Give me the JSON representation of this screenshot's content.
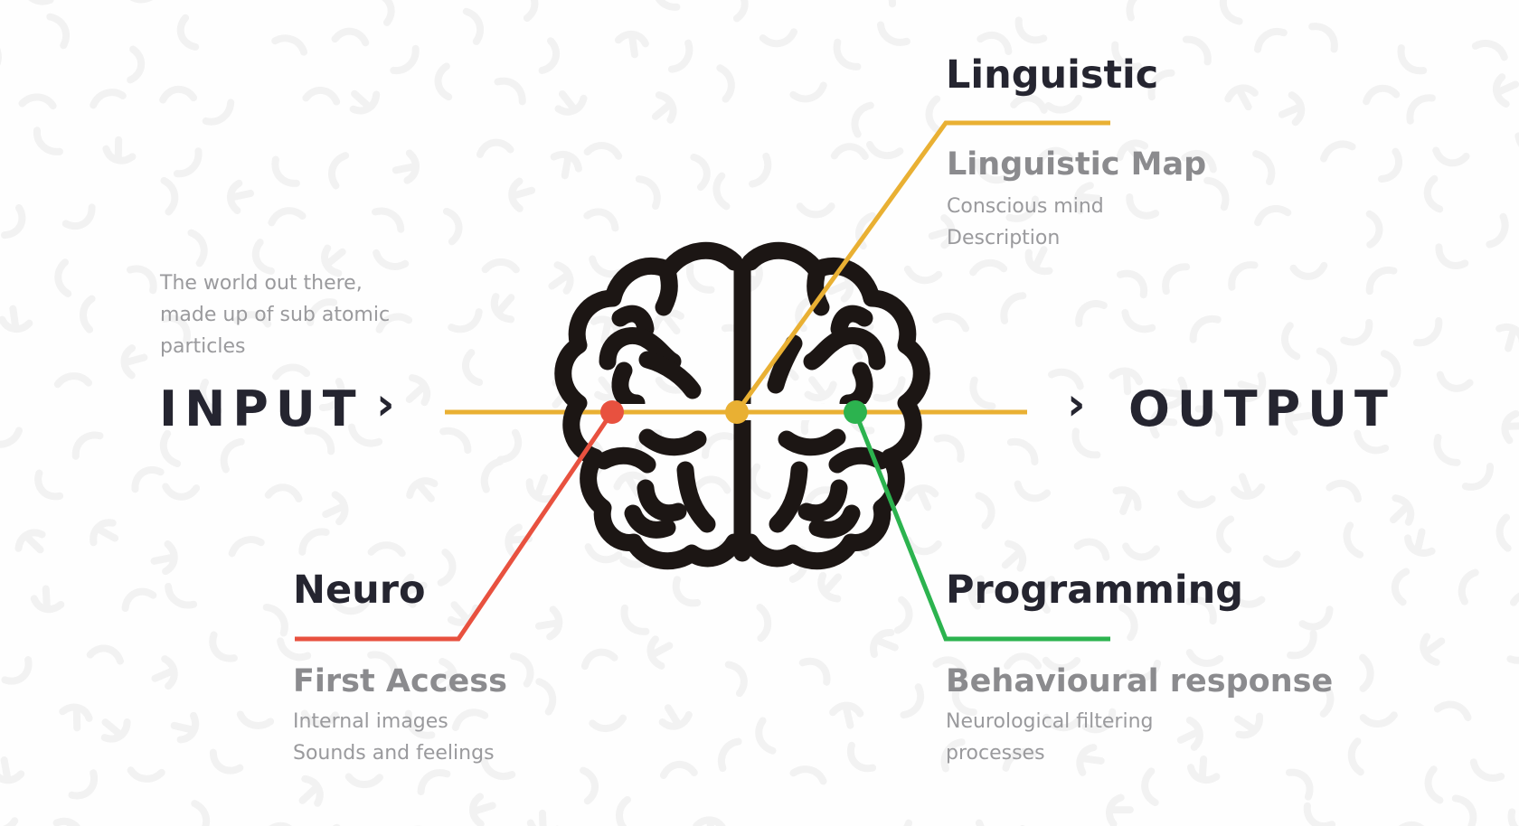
{
  "input": {
    "label": "INPUT",
    "arrow": "›",
    "desc_lines": [
      "The world out there,",
      "made up of sub atomic",
      "particles"
    ]
  },
  "output": {
    "label": "OUTPUT",
    "arrow": "›"
  },
  "neuro": {
    "title": "Neuro",
    "subtitle": "First Access",
    "desc_lines": [
      "Internal images",
      "Sounds and feelings"
    ],
    "color": "#e8513f"
  },
  "linguistic": {
    "title": "Linguistic",
    "subtitle": "Linguistic Map",
    "desc_lines": [
      "Conscious mind",
      "Description"
    ],
    "color": "#e9b033"
  },
  "programming": {
    "title": "Programming",
    "subtitle": "Behavioural response",
    "desc_lines": [
      "Neurological filtering",
      "processes"
    ],
    "color": "#2cb34f"
  },
  "brain": {
    "icon": "brain-icon",
    "color": "#1c1614"
  },
  "axis_color": "#e9b033"
}
